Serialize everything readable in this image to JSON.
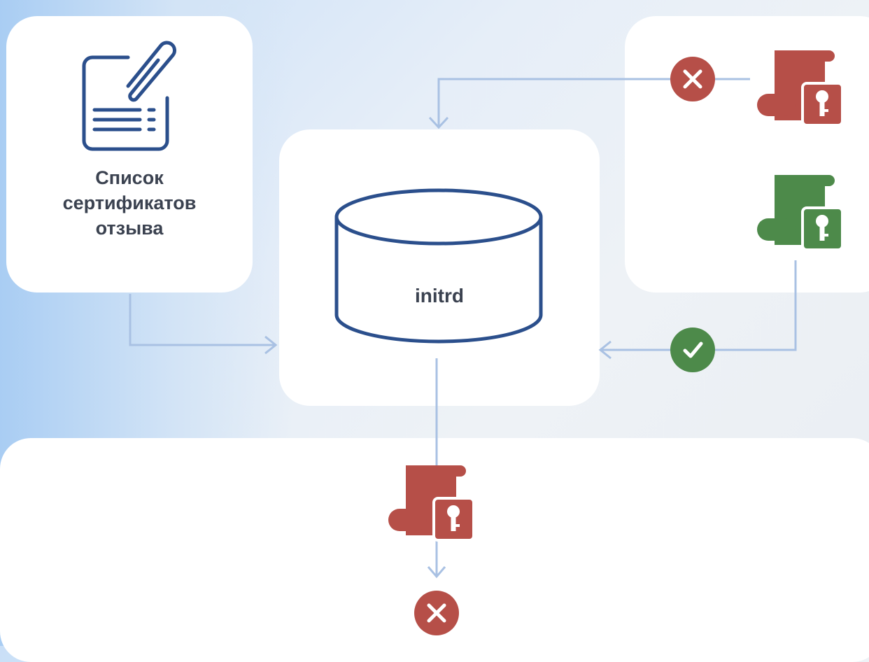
{
  "revocation_list": {
    "label_lines": [
      "Список",
      "сертификатов",
      "отзыва"
    ]
  },
  "initrd": {
    "label": "initrd"
  },
  "colors": {
    "red": "#b64f48",
    "green": "#4d8a4a",
    "navy": "#2b4f8c",
    "connector": "#a9c1e3"
  },
  "icons": {
    "revocation_document": "document-clip-icon",
    "initrd_storage": "database-cylinder-icon",
    "revoked_certificate": "certificate-key-icon",
    "valid_certificate": "certificate-key-icon",
    "rejected": "cross-circle-icon",
    "accepted": "check-circle-icon"
  }
}
